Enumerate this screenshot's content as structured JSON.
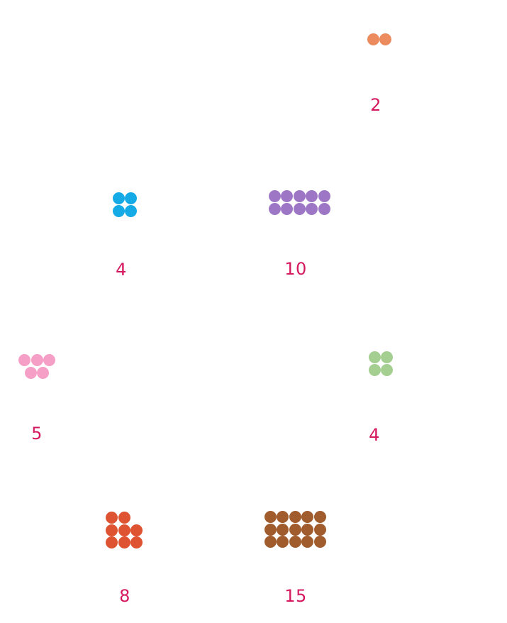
{
  "groups": [
    {
      "id": "g1",
      "count": "2",
      "color": "#ec8b5e",
      "rows": [
        2
      ]
    },
    {
      "id": "g2",
      "count": "4",
      "color": "#13aae6",
      "rows": [
        2,
        2
      ]
    },
    {
      "id": "g3",
      "count": "10",
      "color": "#9d77c6",
      "rows": [
        5,
        5
      ]
    },
    {
      "id": "g4",
      "count": "5",
      "color": "#f59fc6",
      "rows": [
        3,
        2
      ]
    },
    {
      "id": "g5",
      "count": "4",
      "color": "#a5cf91",
      "rows": [
        2,
        2
      ]
    },
    {
      "id": "g6",
      "count": "8",
      "color": "#de5332",
      "rows": [
        2,
        3,
        3
      ]
    },
    {
      "id": "g7",
      "count": "15",
      "color": "#a05c2c",
      "rows": [
        5,
        5,
        5
      ]
    }
  ]
}
